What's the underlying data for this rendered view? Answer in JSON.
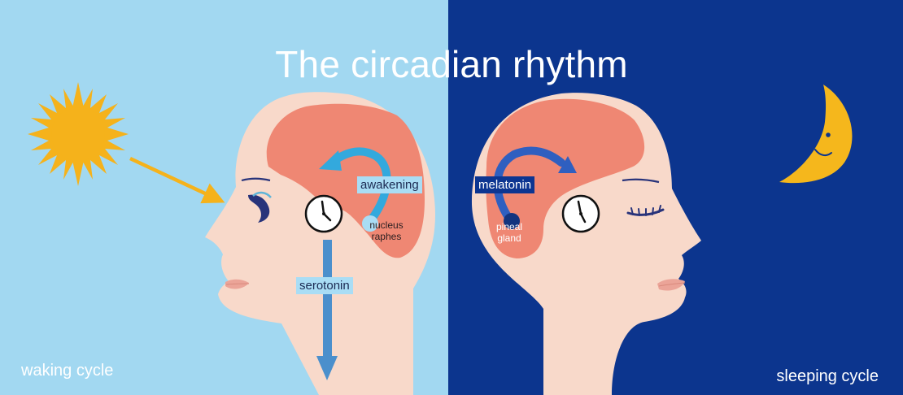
{
  "title": "The circadian rhythm",
  "labels": {
    "waking_cycle": "waking cycle",
    "sleeping_cycle": "sleeping cycle",
    "awakening": "awakening",
    "serotonin": "serotonin",
    "melatonin": "melatonin",
    "nucleus_raphes_line1": "nucleus",
    "nucleus_raphes_line2": "raphes",
    "pineal_gland_line1": "pineal",
    "pineal_gland_line2": "gland"
  },
  "colors": {
    "day_background": "#a2d8f1",
    "night_background": "#0c358e",
    "skin": "#f8d9ca",
    "brain": "#ef8773",
    "sun": "#f5b21b",
    "moon": "#f5b71c",
    "clock_face": "#ffffff",
    "serotonin_arrow": "#4b8fcc",
    "awakening_arrow": "#33a9dd",
    "melatonin_arrow": "#2f5fc0"
  },
  "icons": [
    "sun-icon",
    "moon-icon",
    "clock-icon",
    "clock-icon"
  ]
}
